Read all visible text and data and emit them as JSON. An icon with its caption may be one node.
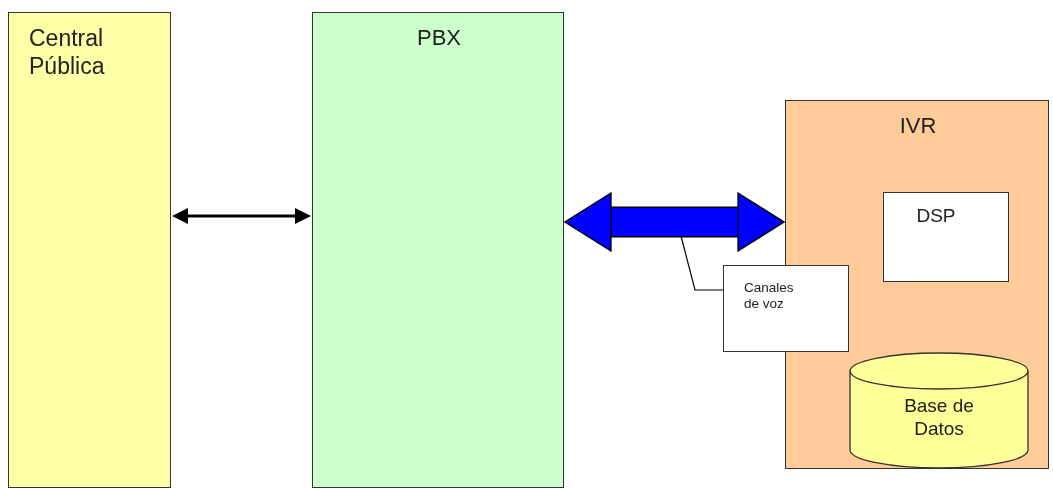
{
  "diagram": {
    "nodes": [
      {
        "text": [
          "Central Pública"
        ]
      },
      {
        "text": [
          "PBX"
        ]
      },
      {
        "text": [
          "IVR"
        ]
      },
      {
        "text": [
          "DSP"
        ],
        "in": 2
      },
      {
        "text": [
          "Base de Datos"
        ],
        "in": 2
      },
      {
        "text": [
          "Canales de voz"
        ]
      }
    ],
    "edges": [
      {
        "from": 0,
        "to": 1,
        "arrow": "both"
      },
      {
        "from": 1,
        "to": 2,
        "arrow": "both",
        "style": "thick",
        "color": "#0000ff"
      },
      {
        "from": 5,
        "to": null,
        "arrow": "none"
      }
    ]
  }
}
